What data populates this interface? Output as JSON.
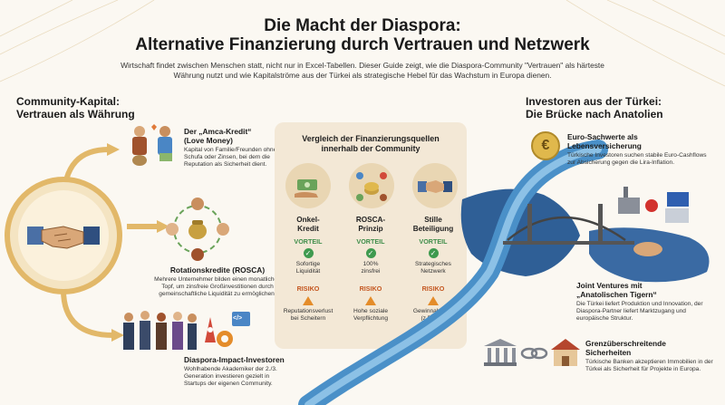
{
  "header": {
    "title_line1": "Die Macht der Diaspora:",
    "title_line2": "Alternative Finanzierung durch Vertrauen und Netzwerk",
    "intro": "Wirtschaft findet zwischen Menschen statt, nicht nur in Excel-Tabellen. Dieser Guide zeigt, wie die Diaspora-Community \"Vertrauen\" als härteste Währung nutzt und wie Kapitalströme aus der Türkei als strategische Hebel für das Wachstum in Europa dienen."
  },
  "left": {
    "heading_line1": "Community-Kapital:",
    "heading_line2": "Vertrauen als Währung",
    "items": [
      {
        "title_line1": "Der „Amca-Kredit“",
        "title_line2": "(Love Money)",
        "text": "Kapital von Familie/Freunden ohne Schufa oder Zinsen, bei dem die Reputation als Sicherheit dient."
      },
      {
        "title_line1": "Rotationskredite (ROSCA)",
        "title_line2": "",
        "text": "Mehrere Unternehmer bilden einen monatlichen Topf, um zinsfreie Großinvestitionen durch gemeinschaftliche Liquidität zu ermöglichen."
      },
      {
        "title_line1": "Diaspora-Impact-Investoren",
        "title_line2": "",
        "text": "Wohlhabende Akademiker der 2./3. Generation investieren gezielt in Startups der eigenen Community."
      }
    ]
  },
  "center": {
    "title_line1": "Vergleich der Finanzierungsquellen",
    "title_line2": "innerhalb der Community",
    "advantage_label": "VORTEIL",
    "risk_label": "RISIKO",
    "columns": [
      {
        "name_line1": "Onkel-",
        "name_line2": "Kredit",
        "advantage_line1": "Sofortige",
        "advantage_line2": "Liquidität",
        "risk_line1": "Reputationsverlust",
        "risk_line2": "bei Scheitern"
      },
      {
        "name_line1": "ROSCA-",
        "name_line2": "Prinzip",
        "advantage_line1": "100%",
        "advantage_line2": "zinsfrei",
        "risk_line1": "Hohe soziale",
        "risk_line2": "Verpflichtung"
      },
      {
        "name_line1": "Stille",
        "name_line2": "Beteiligung",
        "advantage_line1": "Strategisches",
        "advantage_line2": "Netzwerk",
        "risk_line1": "Gewinnabgabe",
        "risk_line2": "(z.B. 5%)"
      }
    ]
  },
  "right": {
    "heading_line1": "Investoren aus der Türkei:",
    "heading_line2": "Die Brücke nach Anatolien",
    "items": [
      {
        "title_line1": "Euro-Sachwerte als",
        "title_line2": "Lebensversicherung",
        "text": "Türkische Investoren suchen stabile Euro-Cashflows zur Absicherung gegen die Lira-Inflation."
      },
      {
        "title_line1": "Joint Ventures mit",
        "title_line2": "„Anatolischen Tigern“",
        "text": "Die Türkei liefert Produktion und Innovation, der Diaspora-Partner liefert Marktzugang und europäische Struktur."
      },
      {
        "title_line1": "Grenzüberschreitende",
        "title_line2": "Sicherheiten",
        "text": "Türkische Banken akzeptieren Immobilien in der Türkei als Sicherheit für Projekte in Europa."
      }
    ]
  },
  "icons": {
    "euro_symbol": "€",
    "check_symbol": "✓",
    "code_symbol": "</>"
  },
  "colors": {
    "background": "#fbf8f2",
    "accent_gold": "#e2b869",
    "card_beige": "#f3e8d6",
    "advantage_green": "#3f8d4a",
    "risk_orange": "#c4561f",
    "river_blue": "#4a90c8",
    "map_blue": "#2f5f96"
  }
}
